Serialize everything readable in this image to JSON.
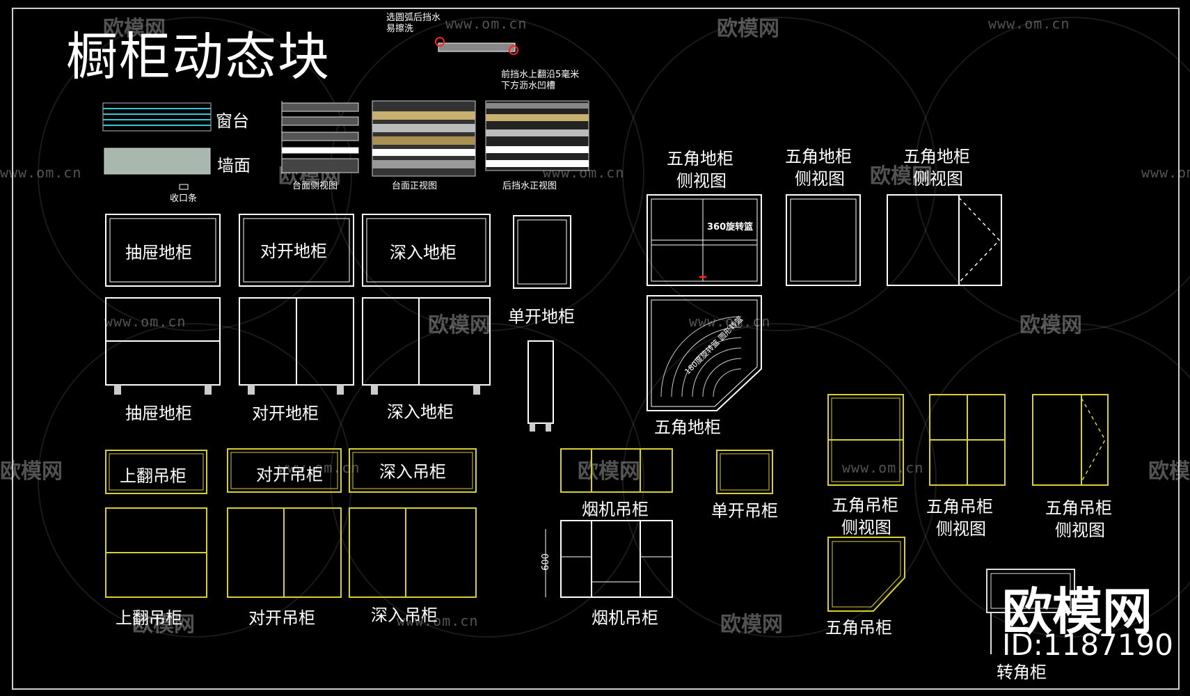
{
  "title": "橱柜动态块",
  "brand": {
    "name": "欧模网",
    "id": "ID:1187190"
  },
  "watermark": {
    "text": "欧模网",
    "url": "www.om.cn"
  },
  "annotations": {
    "top_left_note": "选圆弧后挡水易擦洗",
    "top_right_note_line1": "前挡水上翻沿5毫米",
    "top_right_note_line2": "下方沥水凹槽",
    "shoukou": "收口条",
    "rot360": "360旋转篮",
    "rot180": "180度旋转篮 圆形转篮",
    "dim600": "600"
  },
  "materials": {
    "chuangtai": "窗台",
    "qiangmian": "墙面",
    "taimian_side": "台面侧视图",
    "taimian_front": "台面正视图",
    "houdang_front": "后挡水正视图"
  },
  "base_cabinets": {
    "chouti": "抽屉地柜",
    "duikai": "对开地柜",
    "shenru": "深入地柜",
    "dankai": "单开地柜",
    "wujiao": "五角地柜",
    "wujiao_side_l1": "五角地柜",
    "wujiao_side_l2": "侧视图"
  },
  "wall_cabinets": {
    "shangfan": "上翻吊柜",
    "duikai": "对开吊柜",
    "shenru": "深入吊柜",
    "yanji": "烟机吊柜",
    "dankai": "单开吊柜",
    "wujiao": "五角吊柜",
    "wujiao_side_l1": "五角吊柜",
    "wujiao_side_l2": "侧视图",
    "zhuanjiao": "转角柜"
  },
  "colors": {
    "background": "#000000",
    "line_white": "#ffffff",
    "line_yellow": "#d8d030",
    "accent_red": "#ff2020",
    "swatch_cyan": "#30c8d8",
    "swatch_gray": "#a8b8ae"
  }
}
